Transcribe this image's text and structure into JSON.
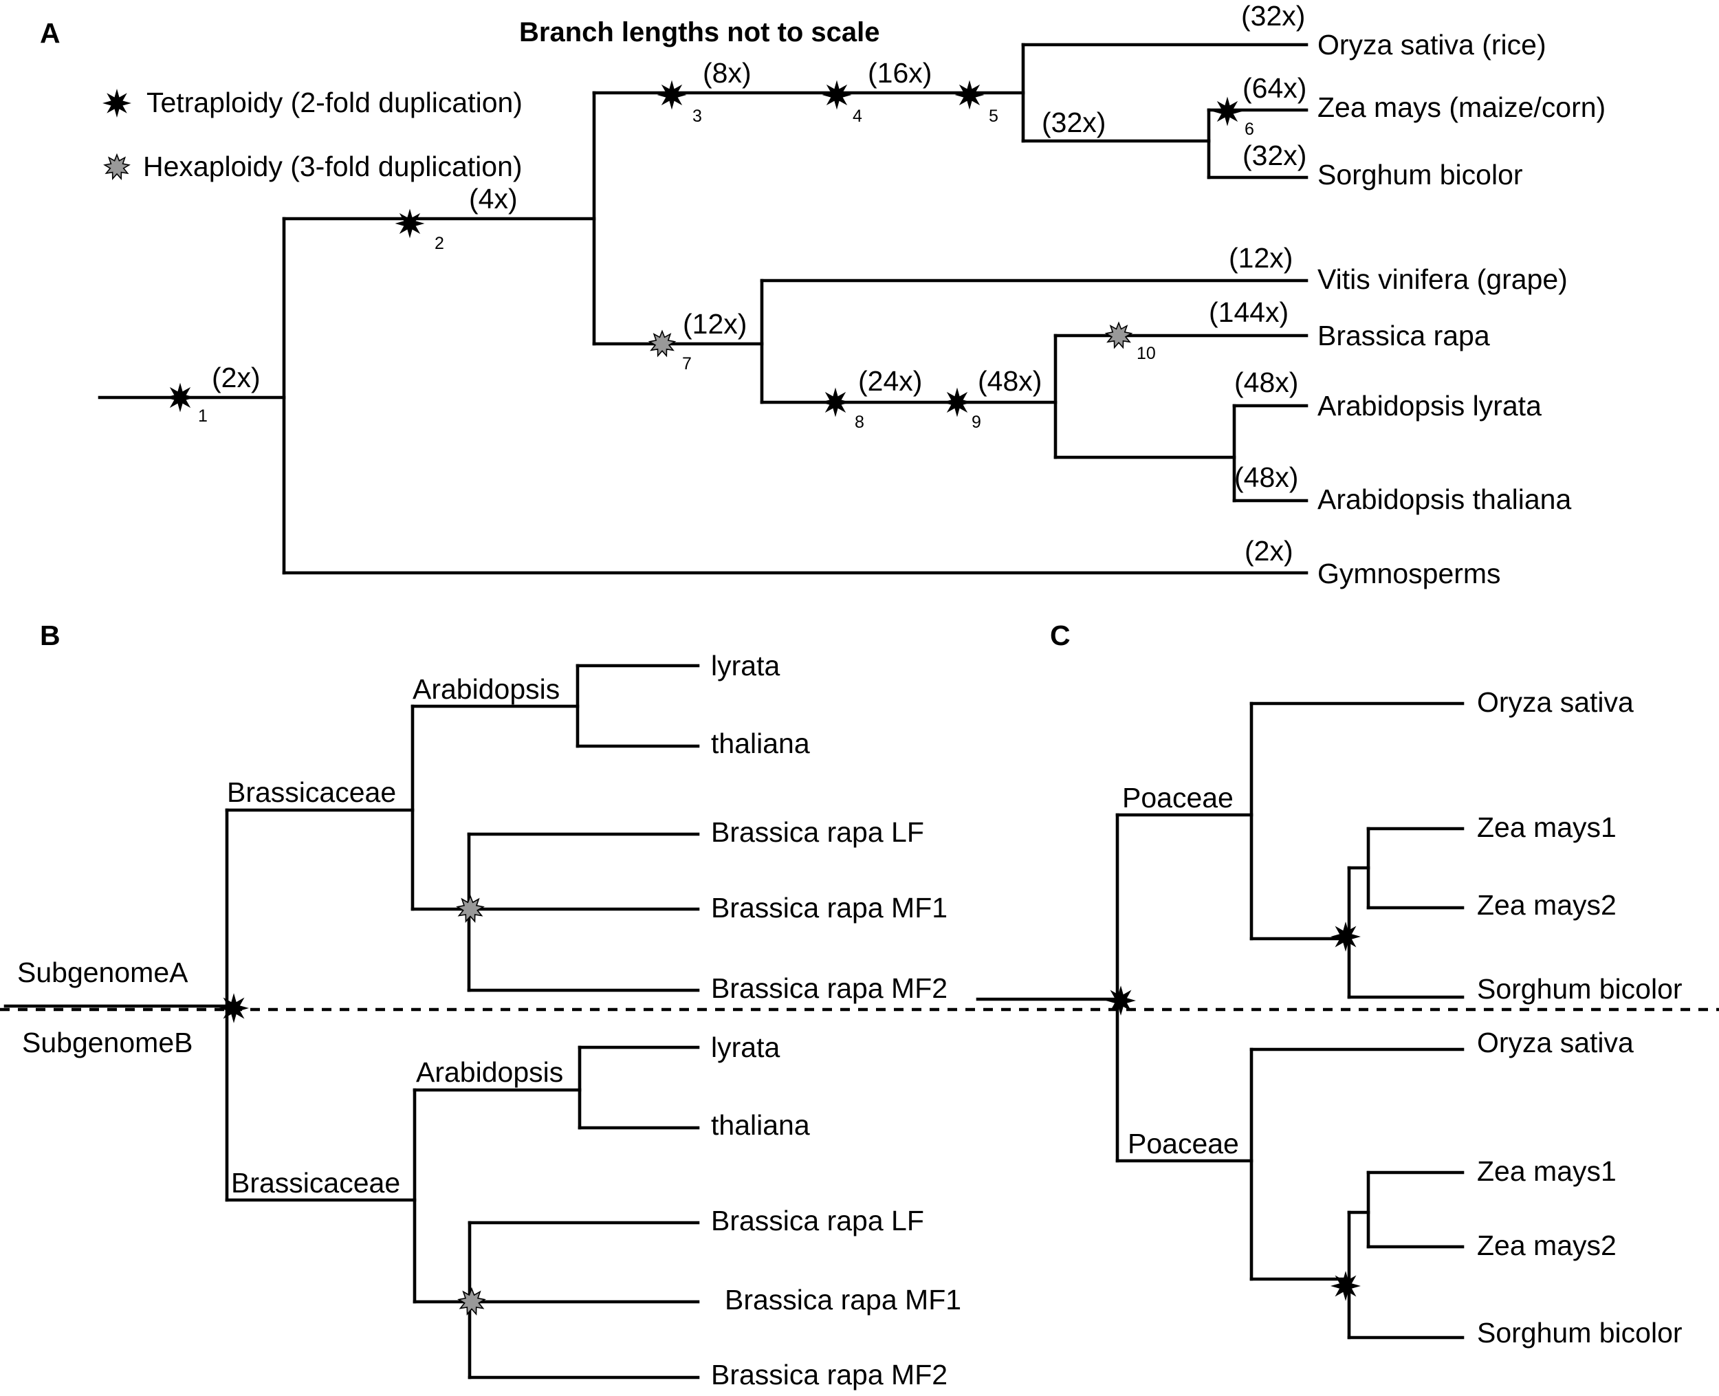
{
  "panel_labels": {
    "a": "A",
    "b": "B",
    "c": "C"
  },
  "title": "Branch lengths not to scale",
  "legend": {
    "tetraploidy": "Tetraploidy (2-fold duplication)",
    "hexaploidy": "Hexaploidy (3-fold duplication)"
  },
  "colors": {
    "tetraploidy_star": "#000000",
    "hexaploidy_star": "#999999",
    "line": "#000000"
  },
  "tree_a": {
    "ploidy_labels": [
      "(2x)",
      "(4x)",
      "(8x)",
      "(16x)",
      "(32x)",
      "(12x)",
      "(24x)",
      "(48x)"
    ],
    "event_numbers": [
      "1",
      "2",
      "3",
      "4",
      "5",
      "6",
      "7",
      "8",
      "9",
      "10"
    ],
    "leaves": [
      {
        "ploidy": "(32x)",
        "name": "Oryza sativa (rice)"
      },
      {
        "ploidy": "(64x)",
        "name": "Zea mays (maize/corn)"
      },
      {
        "ploidy": "(32x)",
        "name": "Sorghum bicolor"
      },
      {
        "ploidy": "(12x)",
        "name": "Vitis vinifera (grape)"
      },
      {
        "ploidy": "(144x)",
        "name": "Brassica rapa"
      },
      {
        "ploidy": "(48x)",
        "name": "Arabidopsis lyrata"
      },
      {
        "ploidy": "(48x)",
        "name": "Arabidopsis thaliana"
      },
      {
        "ploidy": "(2x)",
        "name": "Gymnosperms"
      }
    ]
  },
  "tree_b": {
    "subgenome_a": "SubgenomeA",
    "subgenome_b": "SubgenomeB",
    "family": "Brassicaceae",
    "genus": "Arabidopsis",
    "leaves_top": [
      "lyrata",
      "thaliana",
      "Brassica rapa LF",
      "Brassica rapa MF1",
      "Brassica rapa MF2"
    ],
    "leaves_bottom": [
      "lyrata",
      "thaliana",
      "Brassica rapa LF",
      "Brassica rapa MF1",
      "Brassica rapa MF2"
    ]
  },
  "tree_c": {
    "family": "Poaceae",
    "leaves_top": [
      "Oryza sativa",
      "Zea mays1",
      "Zea mays2",
      "Sorghum bicolor"
    ],
    "leaves_bottom": [
      "Oryza sativa",
      "Zea mays1",
      "Zea mays2",
      "Sorghum bicolor"
    ]
  }
}
